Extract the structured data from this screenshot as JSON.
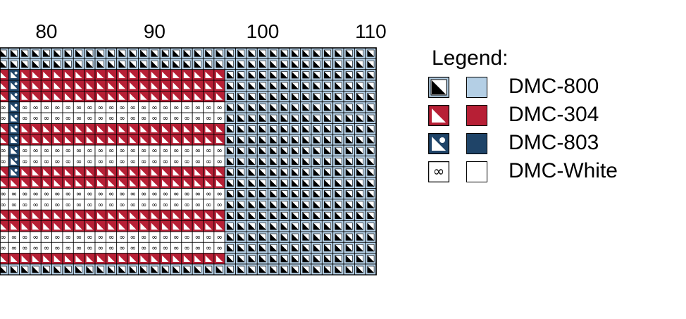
{
  "chart_data": {
    "type": "heatmap",
    "x_tick_labels": [
      "80",
      "90",
      "100",
      "110"
    ],
    "x_ticks": [
      80,
      90,
      100,
      110
    ],
    "x_range": [
      75,
      110
    ],
    "rows": 21,
    "colors": {
      "DMC-800": "#b4cfe5",
      "DMC-304": "#b71f35",
      "DMC-803": "#1f4468",
      "DMC-White": "#ffffff"
    },
    "row_patterns": [
      {
        "rows": [
          0,
          1
        ],
        "segments": [
          {
            "from": 75,
            "to": 110,
            "thread": "DMC-800"
          }
        ]
      },
      {
        "rows": [
          2,
          3,
          4,
          7,
          8,
          11,
          12,
          15,
          16,
          19,
          20
        ],
        "segments": []
      }
    ],
    "grid": true
  },
  "legend": {
    "title": "Legend:",
    "items": [
      {
        "label": "DMC-800",
        "symbol": "dark-triangle-symbol",
        "color": "#b4cfe5"
      },
      {
        "label": "DMC-304",
        "symbol": "red-triangle-symbol",
        "color": "#b71f35"
      },
      {
        "label": "DMC-803",
        "symbol": "light-triangle-symbol",
        "color": "#1f4468"
      },
      {
        "label": "DMC-White",
        "symbol": "infinity-symbol",
        "color": "#ffffff"
      }
    ]
  }
}
